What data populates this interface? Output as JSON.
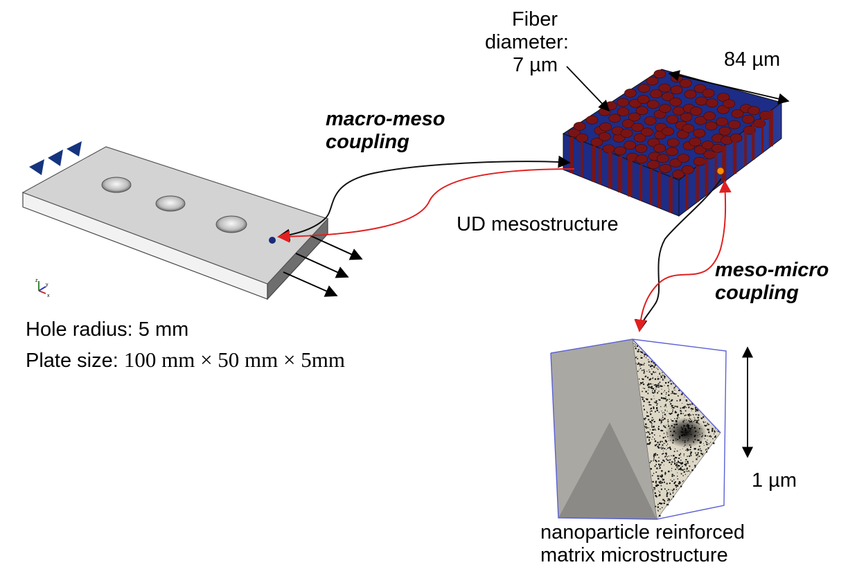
{
  "labels": {
    "fiber_line1": "Fiber",
    "fiber_line2": "diameter:",
    "fiber_line3": "7 µm",
    "dim_84": "84 µm",
    "macro_meso_line1": "macro-meso",
    "macro_meso_line2": "coupling",
    "ud_mesostructure": "UD mesostructure",
    "meso_micro_line1": "meso-micro",
    "meso_micro_line2": "coupling",
    "hole_radius": "Hole radius: 5 mm",
    "plate_size_prefix": "Plate size: ",
    "plate_size_value": "100 mm × 50 mm × 5mm",
    "dim_1um": "1 µm",
    "nano_line1": "nanoparticle reinforced",
    "nano_line2": "matrix microstructure"
  },
  "axis_triad": {
    "z": "z",
    "y": "y",
    "x": "x"
  },
  "colors": {
    "plate_top": "#d3d3d3",
    "plate_side": "#6e6e6e",
    "plate_front": "#f2f2f2",
    "matrix_blue": "#1d2c86",
    "fiber_red": "#7a1414",
    "coupling_black": "#111111",
    "coupling_red": "#e02020",
    "support_blue": "#15347f",
    "material_point_macro": "#1a2b7a",
    "material_point_meso": "#ff8c00",
    "nano_matrix": "#ddd7c6",
    "cube_edge": "#5a5fd6"
  }
}
